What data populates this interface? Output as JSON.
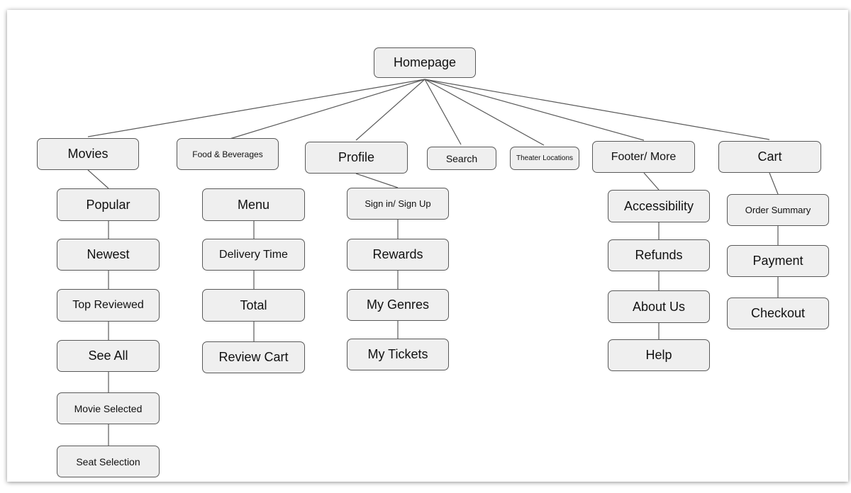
{
  "diagram": {
    "nodes": {
      "homepage": "Homepage",
      "movies": "Movies",
      "food": "Food & Beverages",
      "profile": "Profile",
      "search": "Search",
      "theater": "Theater Locations",
      "footer": "Footer/ More",
      "cart": "Cart",
      "popular": "Popular",
      "newest": "Newest",
      "top_reviewed": "Top Reviewed",
      "see_all": "See All",
      "movie_selected": "Movie Selected",
      "seat_selection": "Seat Selection",
      "menu": "Menu",
      "delivery_time": "Delivery Time",
      "total": "Total",
      "review_cart": "Review Cart",
      "sign_in": "Sign in/ Sign Up",
      "rewards": "Rewards",
      "my_genres": "My Genres",
      "my_tickets": "My Tickets",
      "accessibility": "Accessibility",
      "refunds": "Refunds",
      "about_us": "About Us",
      "help": "Help",
      "order_summary": "Order Summary",
      "payment": "Payment",
      "checkout": "Checkout"
    }
  }
}
